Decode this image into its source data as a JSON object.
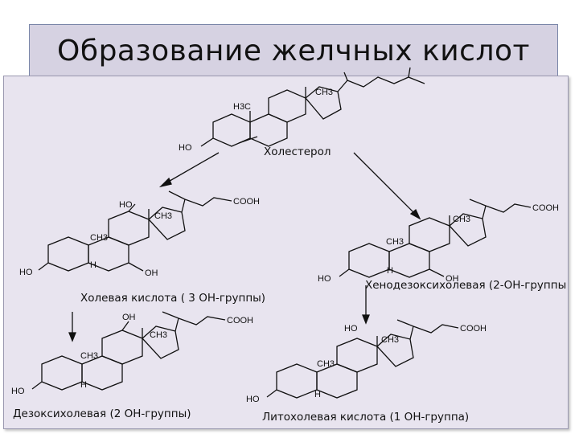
{
  "title": "Образование желчных кислот",
  "labels": {
    "cholesterol": "Холестерол",
    "cholic": "Холевая кислота ( 3 ОН-группы)",
    "chenodeoxycholic": "Хенодезоксихолевая (2-ОН-группы",
    "deoxycholic": "Дезоксихолевая (2 ОН-группы)",
    "lithocholic": "Литохолевая  кислота (1 ОН-группа)"
  },
  "atoms": {
    "h3c": "H3C",
    "ch3": "CH3",
    "ho": "HO",
    "oh": "OH",
    "cooh": "COOH",
    "h": "H"
  },
  "colors": {
    "panel": "#e8e4ef",
    "title_box": "#d6d2e2",
    "lines": "#111111"
  }
}
